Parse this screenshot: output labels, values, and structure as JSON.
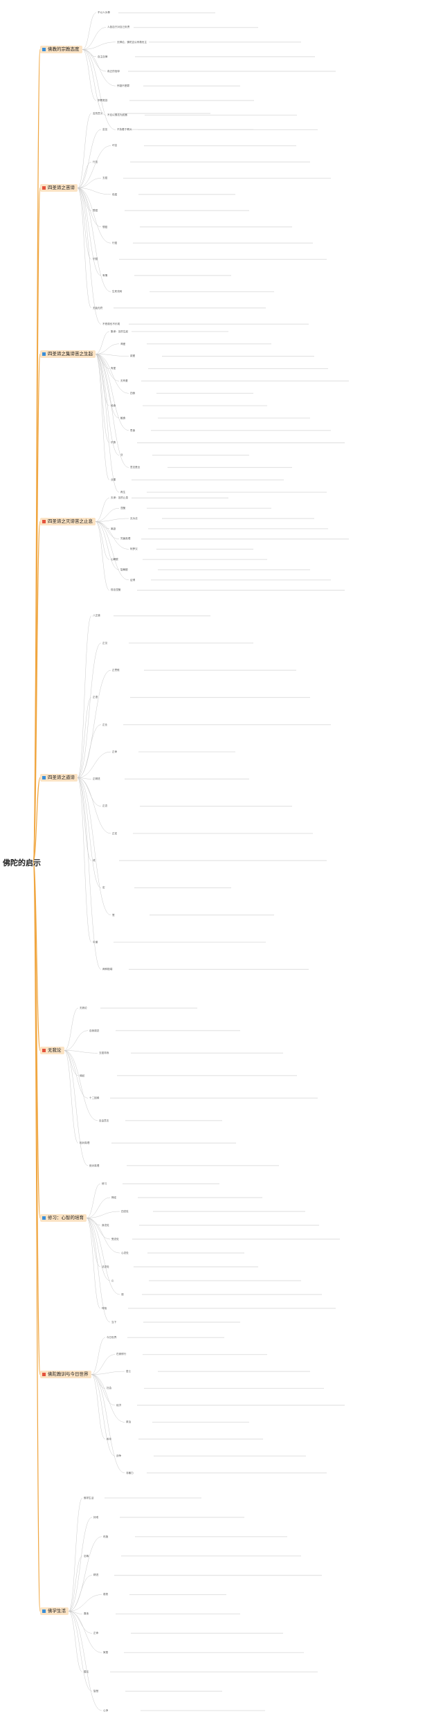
{
  "title": "佛陀的启示",
  "colors": {
    "line": "#f0a640",
    "root": "#222222",
    "c1": "#cfe7f3",
    "c2": "#d8eedc",
    "c3": "#f7f1c8",
    "c4": "#fde0d6",
    "c5": "#e6ddf3",
    "c6": "#d5ecec",
    "c7": "#f2f2f2"
  },
  "branches": [
    {
      "label": "佛教的宗教态度",
      "icon": "c1"
    },
    {
      "label": "四圣谛之苦谛",
      "icon": "c2"
    },
    {
      "label": "四圣谛之集谛苦之生起",
      "icon": "c3"
    },
    {
      "label": "四圣谛之灭谛苦之止息",
      "icon": "c4"
    },
    {
      "label": "四圣谛之道谛",
      "icon": "c5"
    },
    {
      "label": "无我论",
      "icon": "c6"
    },
    {
      "label": "修习：心智的培育",
      "icon": "c1"
    },
    {
      "label": "佛陀教训与今日世界",
      "icon": "c2"
    },
    {
      "label": "佛学生活",
      "icon": "c3"
    }
  ],
  "nodes": {
    "s1": [
      "不以人为尊",
      "人各自只对自己负责",
      "无神论，佛陀否认有救世主",
      "自主自律",
      "真正的信仰",
      "怀疑不是罪",
      "宗教宽容",
      "不应以佛法为武器",
      "不执着于教义"
    ],
    "s2": [
      "苦的意义",
      "苦苦",
      "坏苦",
      "行苦",
      "五蕴",
      "色蕴",
      "受蕴",
      "想蕴",
      "行蕴",
      "识蕴",
      "有情",
      "生死流转",
      "无始无终",
      "不悲观也不乐观"
    ],
    "s3": [
      "集谛：苦的生起",
      "渴爱",
      "欲爱",
      "有爱",
      "无有爱",
      "四食",
      "段食",
      "触食",
      "思食",
      "识食",
      "业",
      "意志是业",
      "业果",
      "再生"
    ],
    "s4": [
      "灭谛：苦的止息",
      "涅槃",
      "无为法",
      "离欲",
      "究竟真理",
      "阿罗汉",
      "心解脱",
      "智解脱",
      "证得",
      "现法涅槃"
    ],
    "s5": [
      "八正道",
      "正见",
      "正思惟",
      "正语",
      "正业",
      "正命",
      "正精进",
      "正念",
      "正定",
      "戒",
      "定",
      "慧",
      "中道",
      "两种极端"
    ],
    "s6": [
      "无我论",
      "自我观念",
      "五蕴非我",
      "缘起",
      "十二因缘",
      "自由意志",
      "相对真理",
      "绝对真理"
    ],
    "s7": [
      "修习",
      "禅定",
      "四念处",
      "身念处",
      "受念处",
      "心念处",
      "法念处",
      "止",
      "观",
      "呼吸",
      "当下"
    ],
    "s8": [
      "今日世界",
      "在家修行",
      "居士",
      "社会",
      "经济",
      "政治",
      "和平",
      "战争",
      "非暴力"
    ],
    "s9": [
      "佛学生活",
      "持戒",
      "布施",
      "忍辱",
      "精进",
      "慈悲",
      "喜舍",
      "正命",
      "家庭",
      "善友",
      "智慧",
      "心净"
    ]
  }
}
